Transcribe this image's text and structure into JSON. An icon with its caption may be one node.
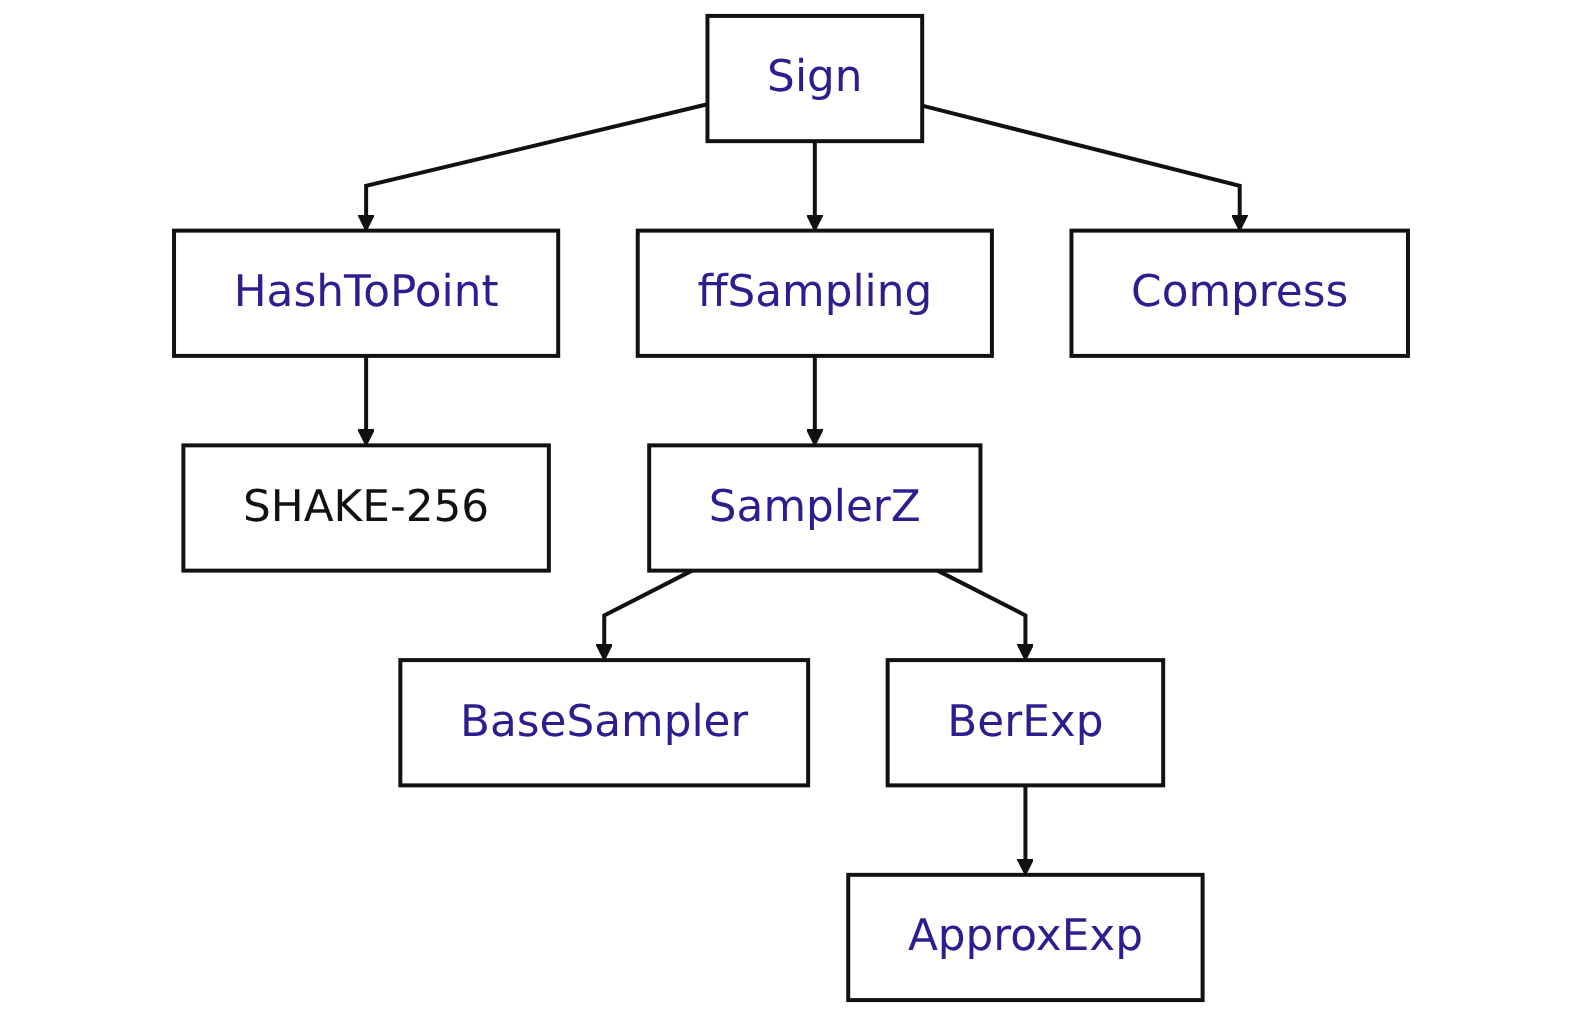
{
  "diagram": {
    "nodes": [
      {
        "text": [
          "Sign"
        ]
      },
      {
        "text": [
          "HashToPoint"
        ]
      },
      {
        "text": [
          "ffSampling"
        ]
      },
      {
        "text": [
          "Compress"
        ]
      },
      {
        "text": [
          "SHAKE-256"
        ]
      },
      {
        "text": [
          "SamplerZ"
        ]
      },
      {
        "text": [
          "BaseSampler"
        ]
      },
      {
        "text": [
          "BerExp"
        ]
      },
      {
        "text": [
          "ApproxExp"
        ]
      }
    ],
    "edges": [
      {
        "from": 0,
        "to": 1,
        "arrow": "to"
      },
      {
        "from": 0,
        "to": 2,
        "arrow": "to"
      },
      {
        "from": 0,
        "to": 3,
        "arrow": "to"
      },
      {
        "from": 1,
        "to": 4,
        "arrow": "to"
      },
      {
        "from": 2,
        "to": 5,
        "arrow": "to"
      },
      {
        "from": 5,
        "to": 6,
        "arrow": "to"
      },
      {
        "from": 5,
        "to": 7,
        "arrow": "to"
      },
      {
        "from": 7,
        "to": 8,
        "arrow": "to"
      }
    ]
  }
}
